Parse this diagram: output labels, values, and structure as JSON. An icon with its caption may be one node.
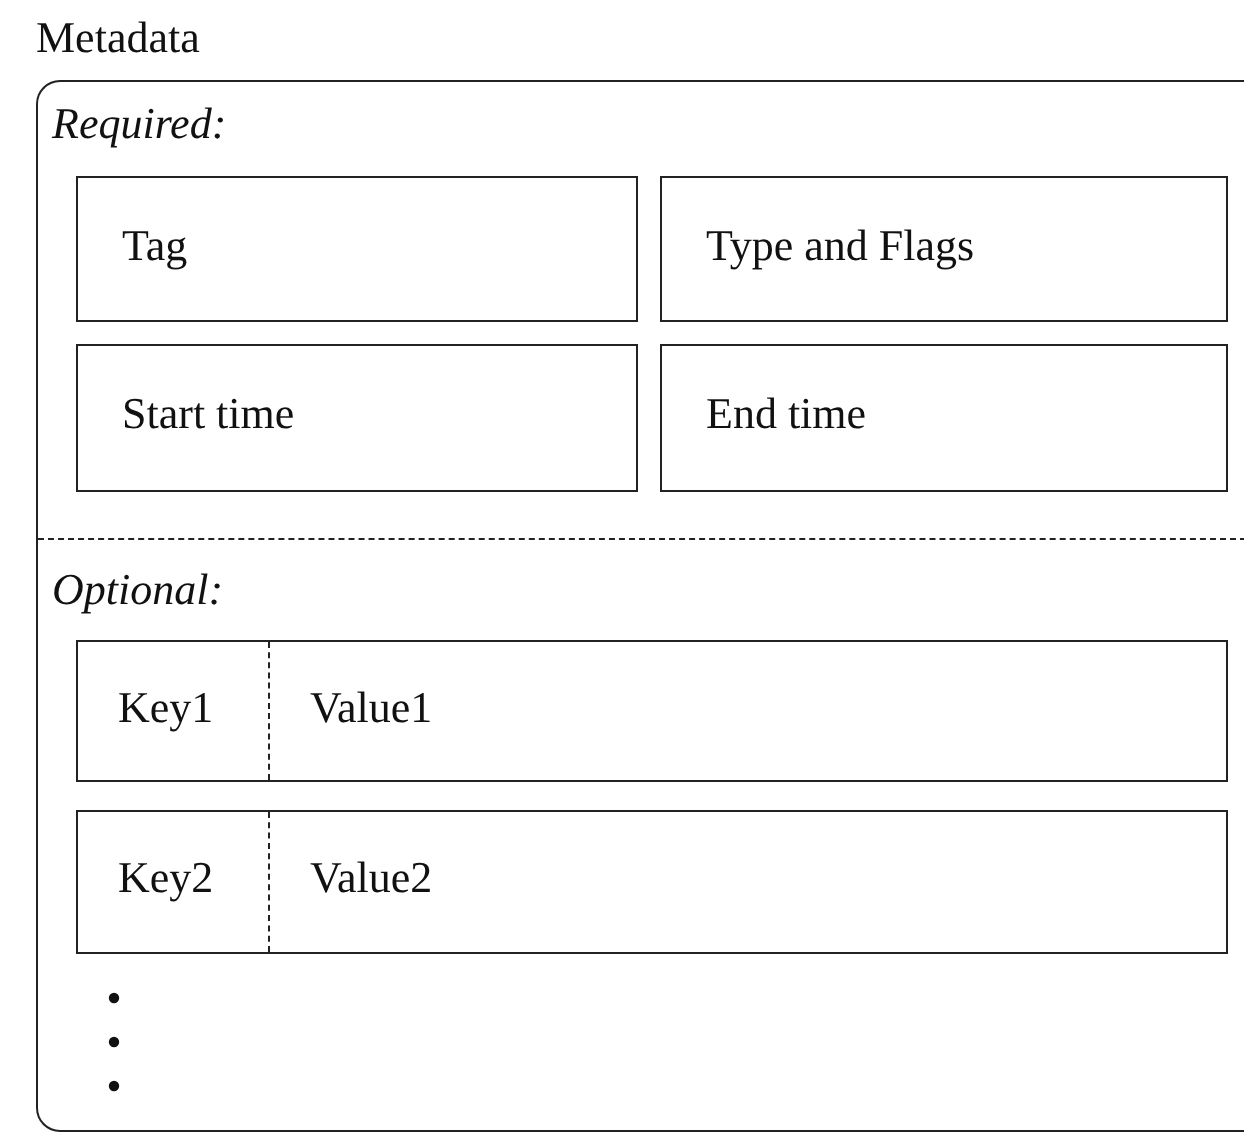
{
  "diagram": {
    "nodes": [
      {
        "text": [
          "Metadata"
        ]
      },
      {
        "text": [
          "Required:"
        ],
        "in": 0
      },
      {
        "text": [
          "Tag"
        ],
        "in": 1
      },
      {
        "text": [
          "Type and Flags"
        ],
        "in": 1
      },
      {
        "text": [
          "Start time"
        ],
        "in": 1
      },
      {
        "text": [
          "End time"
        ],
        "in": 1
      },
      {
        "text": [
          "Optional:"
        ],
        "in": 0
      },
      {
        "text": [
          "Key1",
          "Value1"
        ],
        "in": 6
      },
      {
        "text": [
          "Key2",
          "Value2"
        ],
        "in": 6
      }
    ]
  }
}
